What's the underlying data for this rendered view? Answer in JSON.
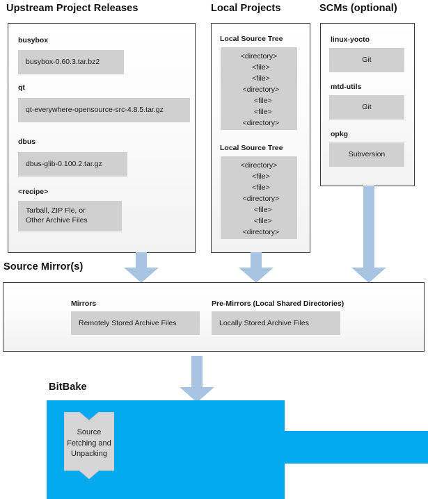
{
  "colors": {
    "arrow": "#a7c5e0",
    "bitbake_blue": "#03aaf0",
    "chip_grey": "#d0d0d0",
    "panel_border": "#3b3b3b",
    "text": "#1c1c1c"
  },
  "sections": {
    "upstream": {
      "title": "Upstream Project Releases",
      "groups": [
        {
          "label": "busybox",
          "value": "busybox-0.60.3.tar.bz2"
        },
        {
          "label": "qt",
          "value": "qt-everywhere-opensource-src-4.8.5.tar.gz"
        },
        {
          "label": "dbus",
          "value": "dbus-glib-0.100.2.tar.gz"
        },
        {
          "label": "<recipe>",
          "value_line1": "Tarball, ZIP Fle, or",
          "value_line2": "Other Archive Files"
        }
      ]
    },
    "local_projects": {
      "title": "Local Projects",
      "trees": [
        {
          "label": "Local Source Tree",
          "nodes": [
            "<directory>",
            "  <file>",
            "  <file>",
            "  <directory>",
            "    <file>",
            "    <file>",
            "  <directory>"
          ]
        },
        {
          "label": "Local Source Tree",
          "nodes": [
            "<directory>",
            "  <file>",
            "  <file>",
            "  <directory>",
            "    <file>",
            "    <file>",
            "  <directory>"
          ]
        }
      ]
    },
    "scms": {
      "title": "SCMs (optional)",
      "groups": [
        {
          "label": "linux-yocto",
          "value": "Git"
        },
        {
          "label": "mtd-utils",
          "value": "Git"
        },
        {
          "label": "opkg",
          "value": "Subversion"
        }
      ]
    },
    "source_mirrors": {
      "title": "Source Mirror(s)",
      "groups": [
        {
          "label": "Mirrors",
          "value": "Remotely Stored Archive Files"
        },
        {
          "label": "Pre-Mirrors (Local Shared Directories)",
          "value": "Locally Stored Archive Files"
        }
      ]
    },
    "bitbake": {
      "title": "BitBake",
      "banner": {
        "line1": "Source",
        "line2": "Fetching and",
        "line3": "Unpacking"
      }
    }
  },
  "arrows": [
    {
      "name": "arrow-upstream-to-mirrors"
    },
    {
      "name": "arrow-local-projects-to-mirrors"
    },
    {
      "name": "arrow-scms-to-mirrors"
    },
    {
      "name": "arrow-mirrors-to-bitbake"
    }
  ]
}
